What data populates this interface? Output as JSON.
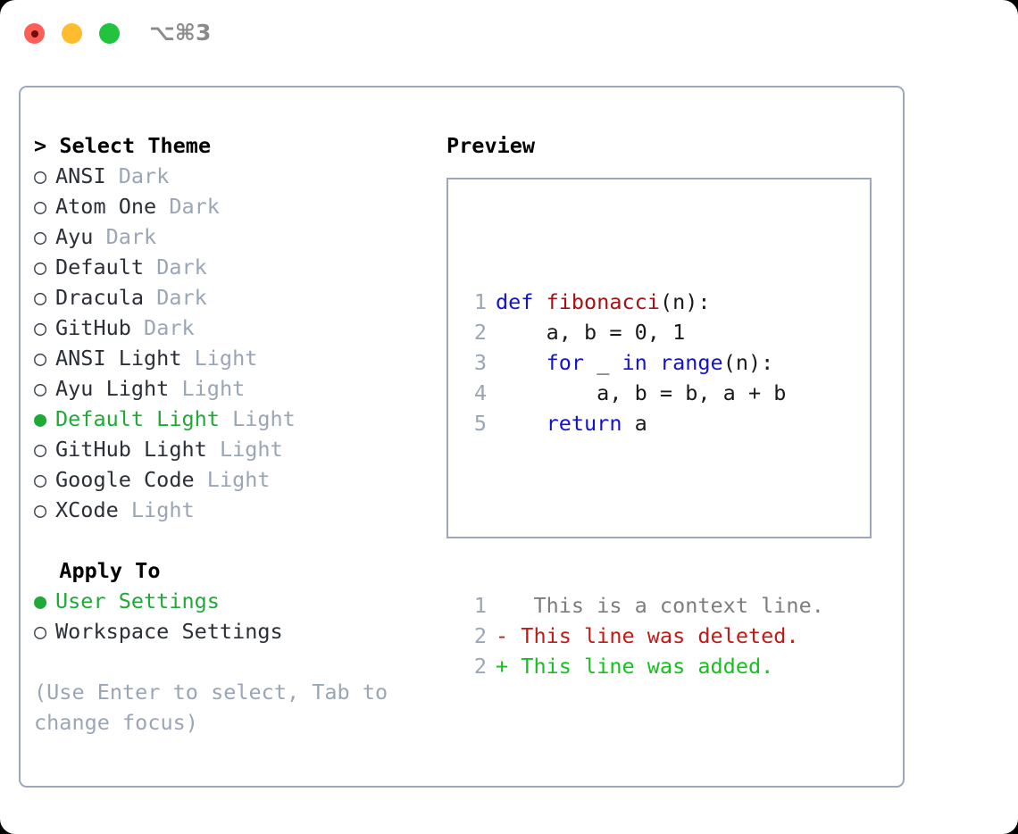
{
  "titlebar": {
    "shortcut": "⌥⌘3",
    "lights": [
      {
        "name": "close",
        "color": "#fd5f57"
      },
      {
        "name": "minimize",
        "color": "#febc2e"
      },
      {
        "name": "maximize",
        "color": "#22c33e"
      }
    ]
  },
  "theme_picker": {
    "header": "Select Theme",
    "caret": ">",
    "focused": true,
    "bullet_selected": "●",
    "bullet_unselected": "○",
    "items": [
      {
        "name": "ANSI",
        "tag": "Dark",
        "selected": false
      },
      {
        "name": "Atom One",
        "tag": "Dark",
        "selected": false
      },
      {
        "name": "Ayu",
        "tag": "Dark",
        "selected": false
      },
      {
        "name": "Default",
        "tag": "Dark",
        "selected": false
      },
      {
        "name": "Dracula",
        "tag": "Dark",
        "selected": false
      },
      {
        "name": "GitHub",
        "tag": "Dark",
        "selected": false
      },
      {
        "name": "ANSI Light",
        "tag": "Light",
        "selected": false
      },
      {
        "name": "Ayu Light",
        "tag": "Light",
        "selected": false
      },
      {
        "name": "Default Light",
        "tag": "Light",
        "selected": true
      },
      {
        "name": "GitHub Light",
        "tag": "Light",
        "selected": false
      },
      {
        "name": "Google Code",
        "tag": "Light",
        "selected": false
      },
      {
        "name": "XCode",
        "tag": "Light",
        "selected": false
      }
    ]
  },
  "apply_to": {
    "header": "Apply To",
    "focused": false,
    "items": [
      {
        "name": "User Settings",
        "selected": true
      },
      {
        "name": "Workspace Settings",
        "selected": false
      }
    ]
  },
  "hint": "(Use Enter to select, Tab to change focus)",
  "preview": {
    "title": "Preview",
    "code_lines": [
      {
        "num": "1",
        "tokens": [
          {
            "t": "def",
            "c": "kw"
          },
          {
            "t": " ",
            "c": "pl"
          },
          {
            "t": "fibonacci",
            "c": "fn"
          },
          {
            "t": "(n):",
            "c": "pl"
          }
        ]
      },
      {
        "num": "2",
        "tokens": [
          {
            "t": "    a, b = 0, 1",
            "c": "pl"
          }
        ]
      },
      {
        "num": "3",
        "tokens": [
          {
            "t": "    ",
            "c": "pl"
          },
          {
            "t": "for",
            "c": "kw"
          },
          {
            "t": " _ ",
            "c": "pl"
          },
          {
            "t": "in",
            "c": "kw"
          },
          {
            "t": " ",
            "c": "pl"
          },
          {
            "t": "range",
            "c": "kw"
          },
          {
            "t": "(n):",
            "c": "pl"
          }
        ]
      },
      {
        "num": "4",
        "tokens": [
          {
            "t": "        a, b = b, a + b",
            "c": "pl"
          }
        ]
      },
      {
        "num": "5",
        "tokens": [
          {
            "t": "    ",
            "c": "pl"
          },
          {
            "t": "return",
            "c": "kw"
          },
          {
            "t": " a",
            "c": "pl"
          }
        ]
      }
    ],
    "diff_lines": [
      {
        "num": "1",
        "marker": " ",
        "text": "  This is a context line.",
        "kind": "ctx"
      },
      {
        "num": "2",
        "marker": "-",
        "text": " This line was deleted.",
        "kind": "del"
      },
      {
        "num": "2",
        "marker": "+",
        "text": " This line was added.",
        "kind": "add"
      }
    ]
  },
  "colors": {
    "accent_green": "#1faa38",
    "border": "#9ca8ba",
    "muted": "#9aa5b5",
    "keyword_blue": "#1313cf",
    "function_red": "#a31313",
    "diff_deleted": "#c21a15",
    "diff_added": "#16c020",
    "diff_context": "#7d7d7d"
  }
}
